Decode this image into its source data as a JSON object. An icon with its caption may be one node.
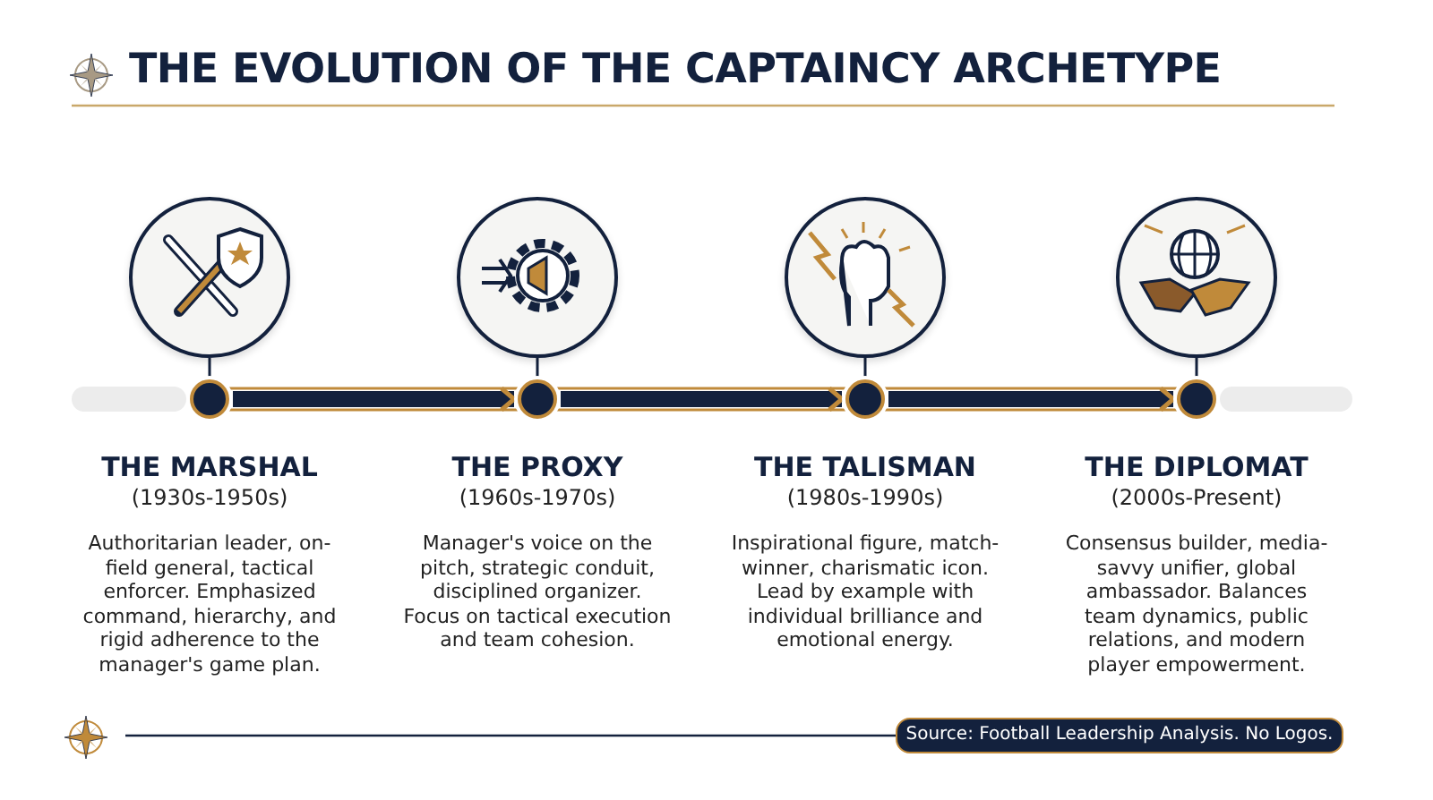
{
  "diagram": {
    "title": "THE EVOLUTION OF THE CAPTAINCY ARCHETYPE",
    "nodes": [
      {
        "text": [],
        "shape": "circle"
      },
      {
        "text": [],
        "shape": "circle"
      },
      {
        "text": [],
        "shape": "circle"
      },
      {
        "text": [],
        "shape": "circle"
      },
      {
        "text": [],
        "shape": "circle",
        "beside": [
          "THE MARSHAL",
          "(1930s-1950s)",
          "Authoritarian leader, on-field general, tactical enforcer. Emphasized command, hierarchy, and rigid adherence to the manager's game plan."
        ]
      },
      {
        "text": [],
        "shape": "circle",
        "beside": [
          "THE PROXY",
          "(1960s-1970s)",
          "Manager's voice on the pitch, strategic conduit, disciplined organizer. Focus on tactical execution and team cohesion."
        ]
      },
      {
        "text": [],
        "shape": "circle",
        "beside": [
          "THE TALISMAN",
          "(1980s-1990s)",
          "Inspirational figure, match-winner, charismatic icon. Lead by example with individual brilliance and emotional energy."
        ]
      },
      {
        "text": [],
        "shape": "circle",
        "beside": [
          "THE DIPLOMAT",
          "(2000s-Present)",
          "Consensus builder, media-savvy unifier, global ambassador. Balances team dynamics, public relations, and modern player empowerment."
        ]
      }
    ],
    "edges": [
      {
        "from": 0,
        "to": 4,
        "arrow": "none"
      },
      {
        "from": 1,
        "to": 5,
        "arrow": "none"
      },
      {
        "from": 2,
        "to": 6,
        "arrow": "none"
      },
      {
        "from": 3,
        "to": 7,
        "arrow": "none"
      },
      {
        "from": 4,
        "to": 5,
        "arrow": "to",
        "style": "thick"
      },
      {
        "from": 5,
        "to": 6,
        "arrow": "to",
        "style": "thick"
      },
      {
        "from": 6,
        "to": 7,
        "arrow": "to",
        "style": "thick"
      }
    ],
    "labels": [
      "Source: Football Leadership Analysis. No Logos."
    ]
  }
}
